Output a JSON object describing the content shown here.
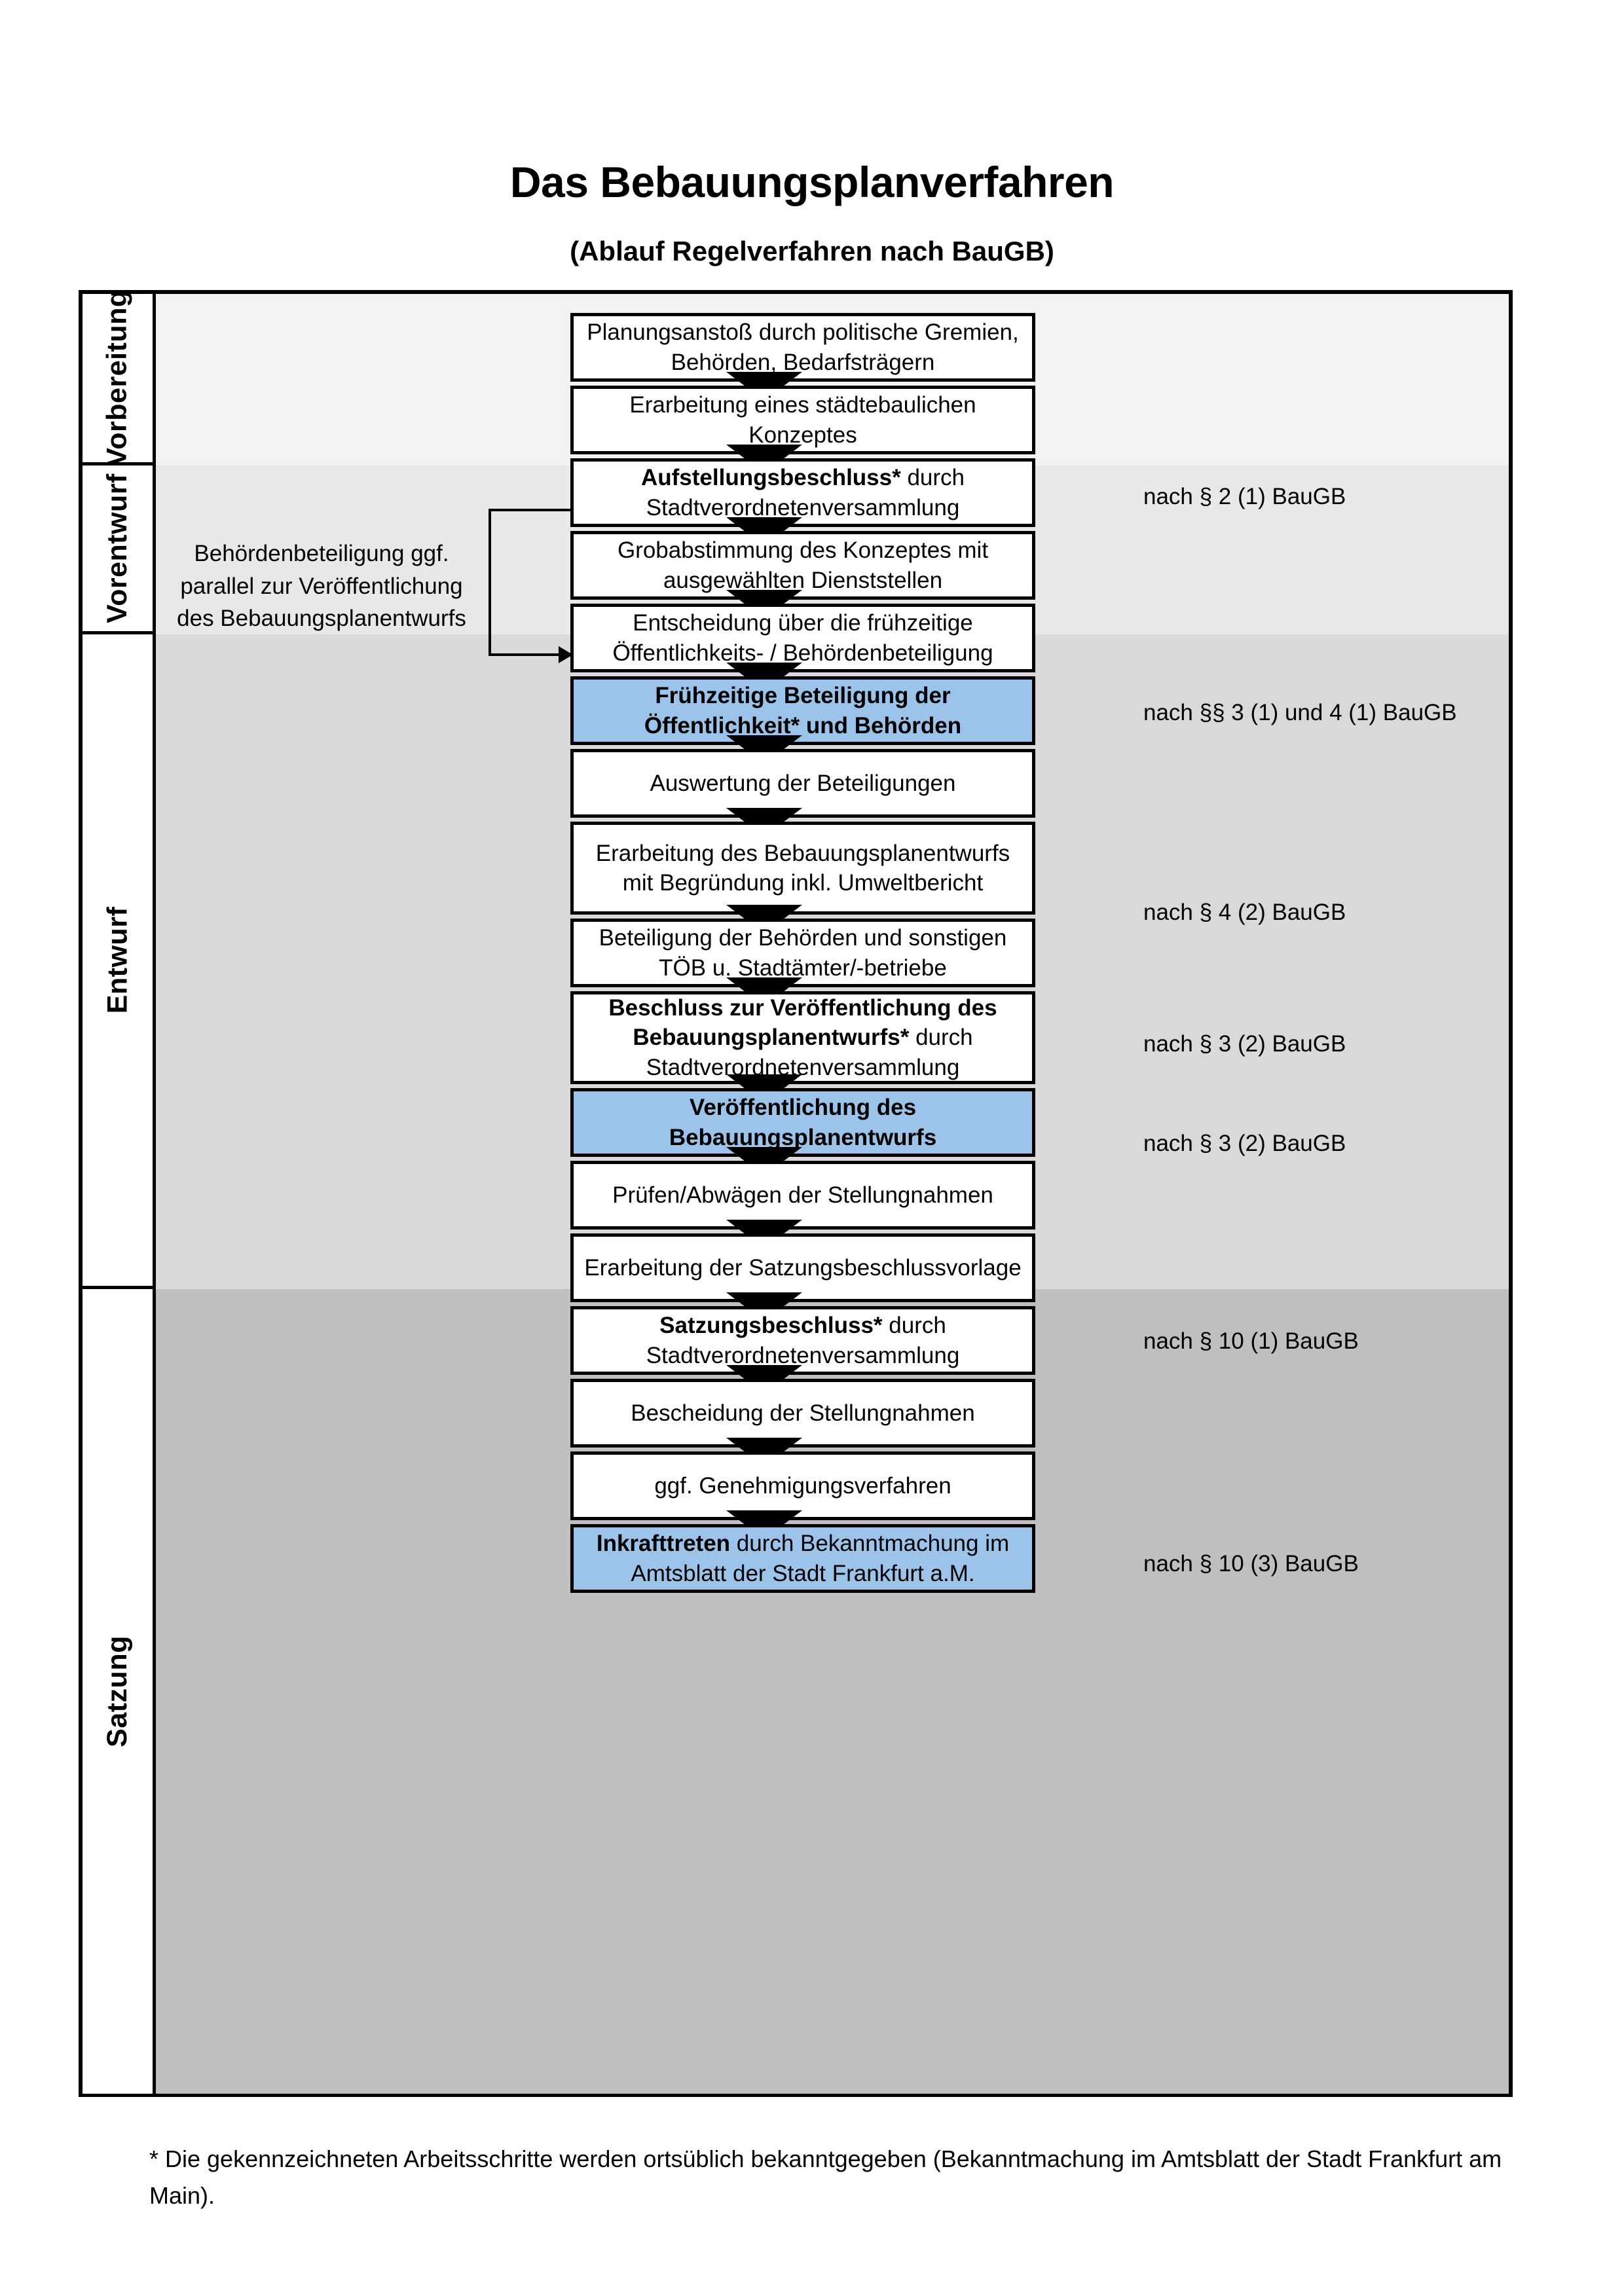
{
  "document": {
    "title": "Das Bebauungsplanverfahren",
    "subtitle": "(Ablauf Regelverfahren nach BauGB)",
    "footnote": "* Die gekennzeichneten Arbeitsschritte werden ortsüblich bekanntgegeben (Bekanntmachung im Amtsblatt  der Stadt Frankfurt am Main)."
  },
  "colors": {
    "highlight_blue": "#9CC3E9",
    "band_1": "#F2F2F2",
    "band_2": "#E8E8E8",
    "band_3": "#D9D9D9",
    "band_4": "#BFBFBF",
    "outline": "#000000"
  },
  "phases": [
    {
      "label": "Vorbereitung"
    },
    {
      "label": "Vorentwurf"
    },
    {
      "label": "Entwurf"
    },
    {
      "label": "Satzung"
    }
  ],
  "steps": [
    {
      "id": "planungsanstoss",
      "text": "Planungsanstoß durch politische Gremien, Behörden, Bedarfsträgern",
      "bold_prefix": "",
      "highlight": false
    },
    {
      "id": "konzept",
      "text": "Erarbeitung eines städtebaulichen Konzeptes",
      "bold_prefix": "",
      "highlight": false
    },
    {
      "id": "aufstellungsbeschluss",
      "text": " durch Stadtverordnetenversammlung",
      "bold_prefix": "Aufstellungsbeschluss*",
      "highlight": false
    },
    {
      "id": "grobabstimmung",
      "text": "Grobabstimmung des Konzeptes mit ausgewählten Dienststellen",
      "bold_prefix": "",
      "highlight": false
    },
    {
      "id": "entscheidung-fruehzeitig",
      "text": "Entscheidung über die frühzeitige Öffentlichkeits- / Behördenbeteiligung",
      "bold_prefix": "",
      "highlight": false
    },
    {
      "id": "fruehzeitige-beteiligung",
      "text": "",
      "bold_prefix": "Frühzeitige Beteiligung der Öffentlichkeit* und Behörden",
      "highlight": true
    },
    {
      "id": "auswertung",
      "text": "Auswertung der Beteiligungen",
      "bold_prefix": "",
      "highlight": false
    },
    {
      "id": "erarbeitung-entwurf",
      "text": "Erarbeitung des Bebauungsplanentwurfs mit Begründung inkl. Umweltbericht",
      "bold_prefix": "",
      "highlight": false
    },
    {
      "id": "beteiligung-behoerden",
      "text": "Beteiligung der Behörden und sonstigen TÖB u. Stadtämter/-betriebe",
      "bold_prefix": "",
      "highlight": false
    },
    {
      "id": "beschluss-veroeffentlichung",
      "text": " durch Stadtverordnetenversammlung",
      "bold_prefix": "Beschluss zur Veröffentlichung des Bebauungsplanentwurfs*",
      "highlight": false
    },
    {
      "id": "veroeffentlichung",
      "text": "",
      "bold_prefix": "Veröffentlichung des Bebauungsplanentwurfs",
      "highlight": true
    },
    {
      "id": "pruefen-abwaegen",
      "text": "Prüfen/Abwägen der Stellungnahmen",
      "bold_prefix": "",
      "highlight": false
    },
    {
      "id": "satzungsbeschlussvorlage",
      "text": "Erarbeitung der Satzungsbeschlussvorlage",
      "bold_prefix": "",
      "highlight": false
    },
    {
      "id": "satzungsbeschluss",
      "text": " durch Stadtverordnetenversammlung",
      "bold_prefix": "Satzungsbeschluss*",
      "highlight": false
    },
    {
      "id": "bescheidung",
      "text": "Bescheidung der Stellungnahmen",
      "bold_prefix": "",
      "highlight": false
    },
    {
      "id": "genehmigungsverfahren",
      "text": "ggf. Genehmigungsverfahren",
      "bold_prefix": "",
      "highlight": false
    },
    {
      "id": "inkrafttreten",
      "text": " durch Bekanntmachung im Amtsblatt der Stadt Frankfurt a.M.",
      "bold_prefix": "Inkrafttreten",
      "highlight": true
    }
  ],
  "legal_notes": [
    {
      "id": "note-par2-1",
      "text": "nach § 2 (1) BauGB"
    },
    {
      "id": "note-par3-4-1",
      "text": "nach §§ 3 (1) und 4 (1) BauGB"
    },
    {
      "id": "note-par4-2",
      "text": "nach § 4 (2) BauGB"
    },
    {
      "id": "note-par3-2a",
      "text": "nach § 3 (2) BauGB"
    },
    {
      "id": "note-par3-2b",
      "text": "nach § 3 (2) BauGB"
    },
    {
      "id": "note-par10-1",
      "text": "nach § 10 (1) BauGB"
    },
    {
      "id": "note-par10-3",
      "text": "nach § 10 (3) BauGB"
    }
  ],
  "side_note": {
    "text": "Behördenbeteiligung ggf. parallel zur Veröffentlichung des Bebauungsplanentwurfs"
  }
}
